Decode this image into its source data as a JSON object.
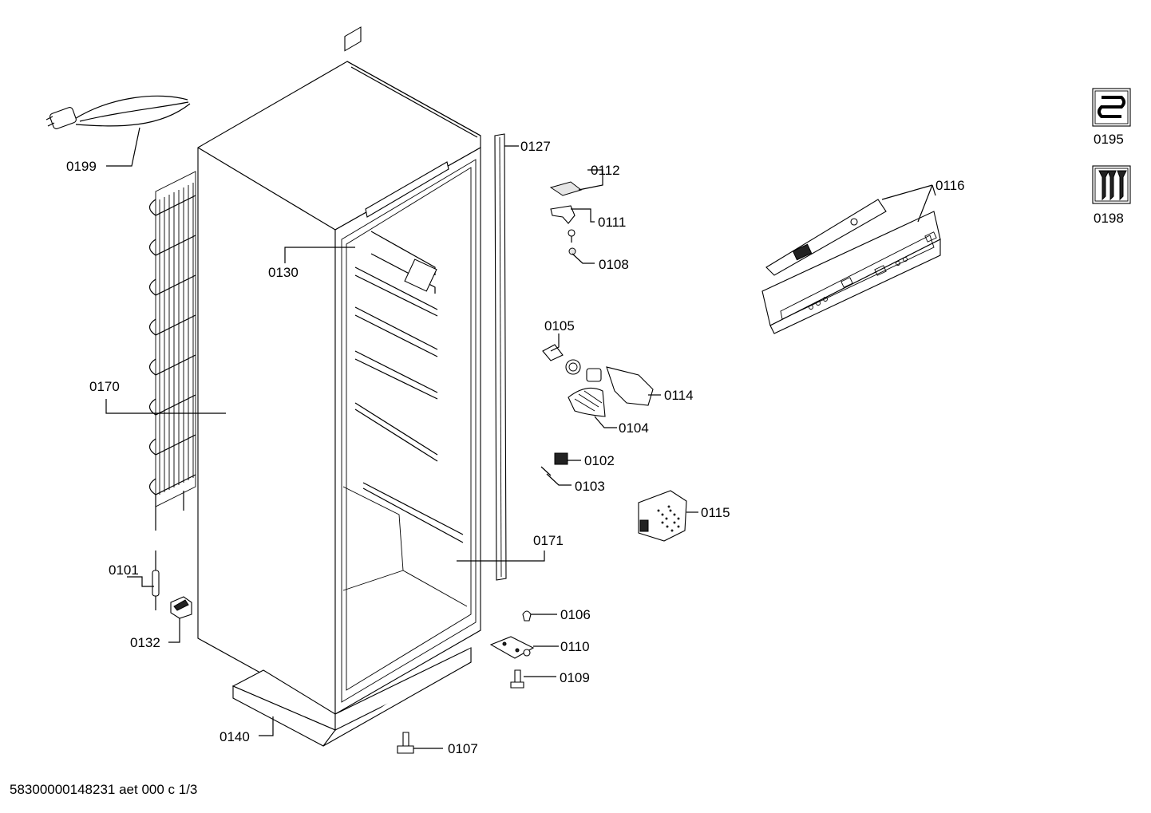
{
  "labels": {
    "p0199": "0199",
    "p0127": "0127",
    "p0112": "0112",
    "p0111": "0111",
    "p0108": "0108",
    "p0130": "0130",
    "p0105": "0105",
    "p0114": "0114",
    "p0104": "0104",
    "p0170": "0170",
    "p0102": "0102",
    "p0103": "0103",
    "p0115": "0115",
    "p0171": "0171",
    "p0101": "0101",
    "p0106": "0106",
    "p0110": "0110",
    "p0132": "0132",
    "p0109": "0109",
    "p0140": "0140",
    "p0107": "0107",
    "p0116": "0116",
    "p0195": "0195",
    "p0198": "0198"
  },
  "footer": "58300000148231 aet 000 c 1/3"
}
